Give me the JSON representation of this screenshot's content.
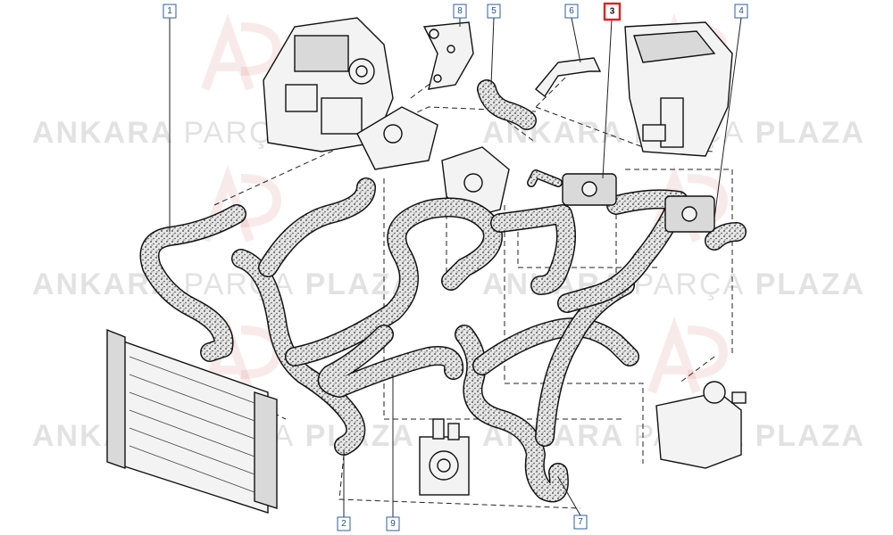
{
  "diagram": {
    "callouts": [
      {
        "id": "1",
        "label": "1",
        "highlighted": false
      },
      {
        "id": "2",
        "label": "2",
        "highlighted": false
      },
      {
        "id": "3",
        "label": "3",
        "highlighted": true
      },
      {
        "id": "4",
        "label": "4",
        "highlighted": false
      },
      {
        "id": "5",
        "label": "5",
        "highlighted": false
      },
      {
        "id": "6",
        "label": "6",
        "highlighted": false
      },
      {
        "id": "7",
        "label": "7",
        "highlighted": false
      },
      {
        "id": "8",
        "label": "8",
        "highlighted": false
      },
      {
        "id": "9",
        "label": "9",
        "highlighted": false
      }
    ],
    "highlight_color": "#e02020",
    "callout_color": "#2a5fa8"
  },
  "watermark": {
    "word1": "ANKARA",
    "word2": "PARÇA",
    "word3": "PLAZA",
    "logo_color": "#c43030"
  }
}
